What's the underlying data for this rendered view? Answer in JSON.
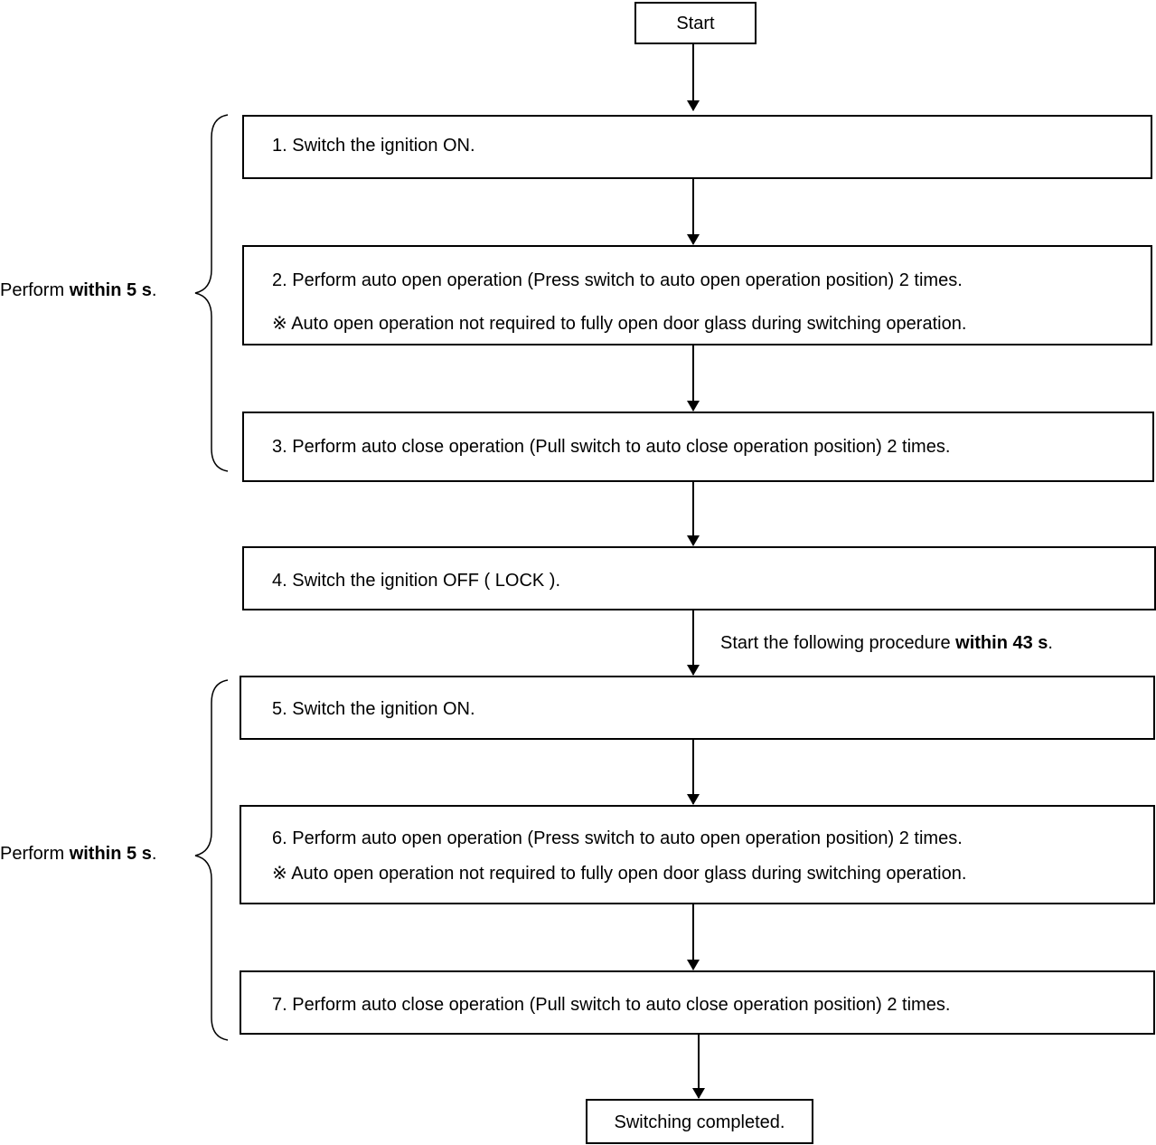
{
  "start": {
    "label": "Start"
  },
  "end": {
    "label": "Switching completed."
  },
  "steps": [
    {
      "text": "1. Switch the ignition ON."
    },
    {
      "text": "2. Perform auto open operation (Press switch to auto open operation position) 2 times.",
      "note": "※  Auto open operation not required to fully open door glass during switching operation."
    },
    {
      "text": "3. Perform auto close operation (Pull switch to auto close operation position) 2 times."
    },
    {
      "text": "4. Switch the ignition OFF ( LOCK )."
    },
    {
      "text": "5. Switch the ignition ON."
    },
    {
      "text": "6. Perform auto open operation (Press switch to auto open operation position) 2 times.",
      "note": "※  Auto open operation not required to fully open door glass during switching operation."
    },
    {
      "text": "7. Perform auto close operation (Pull switch to auto close operation position) 2 times."
    }
  ],
  "brackets": [
    {
      "prefix": "Perform ",
      "bold": "within 5 s",
      "suffix": "."
    },
    {
      "prefix": "Perform ",
      "bold": "within 5 s",
      "suffix": "."
    }
  ],
  "interval_note": {
    "prefix": "Start the following procedure ",
    "bold": "within 43 s",
    "suffix": "."
  }
}
